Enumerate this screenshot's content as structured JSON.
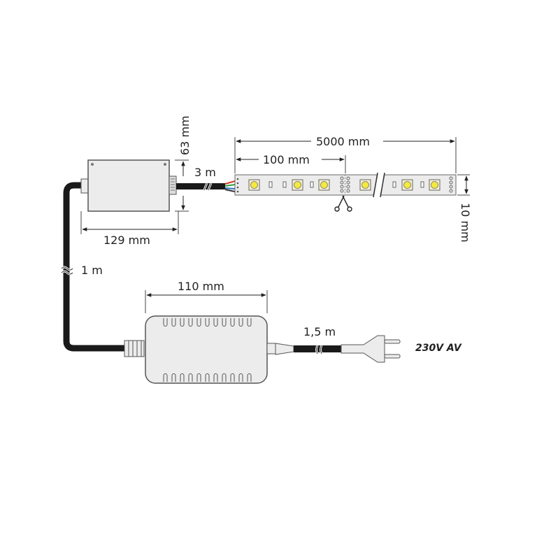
{
  "diagram": {
    "title": "LED strip kit wiring and dimensions",
    "components": {
      "controller": {
        "name": "controller-box",
        "width_label": "129 mm",
        "height_label": "63 mm"
      },
      "controller_cable": {
        "length_label": "3 m"
      },
      "led_strip": {
        "total_length_label": "5000 mm",
        "segment_length_label": "100 mm",
        "width_label": "10 mm",
        "cut_mark": "scissors-icon"
      },
      "controller_to_psu_cable": {
        "length_label": "1 m"
      },
      "power_supply": {
        "width_label": "110 mm"
      },
      "mains_cable": {
        "length_label": "1,5 m"
      },
      "plug": {
        "voltage_label": "230V AV"
      }
    },
    "colors": {
      "cable": "#1a1a1a",
      "housing_fill": "#ececec",
      "outline": "#555555",
      "led_yellow": "#f5ea3a",
      "wire_red": "#d23b2b",
      "wire_green": "#2f9b3a",
      "wire_blue": "#2a6fc9"
    }
  }
}
